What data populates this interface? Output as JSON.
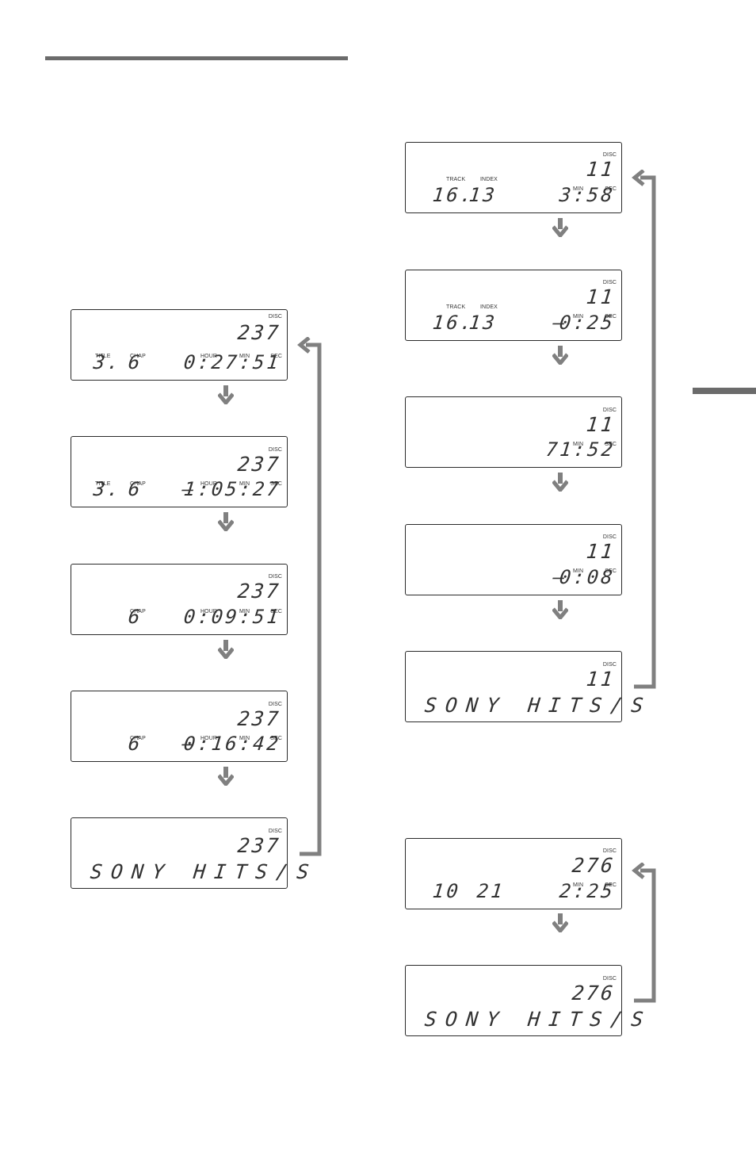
{
  "labels": {
    "disc": "DISC",
    "title": "TITLE",
    "chap": "CHAP",
    "hour": "HOUR",
    "min": "MIN",
    "sec": "SEC",
    "track": "TRACK",
    "index": "INDEX"
  },
  "dvd": {
    "d1": {
      "disc": "237",
      "title": "3.",
      "chap": "6",
      "time": "0:27:51"
    },
    "d2": {
      "disc": "237",
      "title": "3.",
      "chap": "6",
      "neg": "—",
      "time": "1:05:27"
    },
    "d3": {
      "disc": "237",
      "chap": "6",
      "time": "0:09:51"
    },
    "d4": {
      "disc": "237",
      "chap": "6",
      "neg": "—",
      "time": "0:16:42"
    },
    "d5": {
      "disc": "237",
      "text": "SONY HITS/S"
    }
  },
  "cd": {
    "c1": {
      "disc": "11",
      "track": "16.",
      "index": "13",
      "time": "3:58"
    },
    "c2": {
      "disc": "11",
      "track": "16.",
      "index": "13",
      "neg": "—",
      "time": "0:25"
    },
    "c3": {
      "disc": "11",
      "time": "71:52"
    },
    "c4": {
      "disc": "11",
      "neg": "—",
      "time": "0:08"
    },
    "c5": {
      "disc": "11",
      "text": "SONY HITS/S"
    }
  },
  "vcd": {
    "v1": {
      "disc": "276",
      "track": "10",
      "index": "21",
      "time": "2:25"
    },
    "v2": {
      "disc": "276",
      "text": "SONY HITS/S"
    }
  },
  "colors": {
    "arrow": "#808080",
    "frame": "#2a2a2a",
    "rule": "#6b6b6b"
  },
  "icons": {
    "advance": "down-arrow-icon",
    "cycle": "loop-back-arrow-icon"
  }
}
